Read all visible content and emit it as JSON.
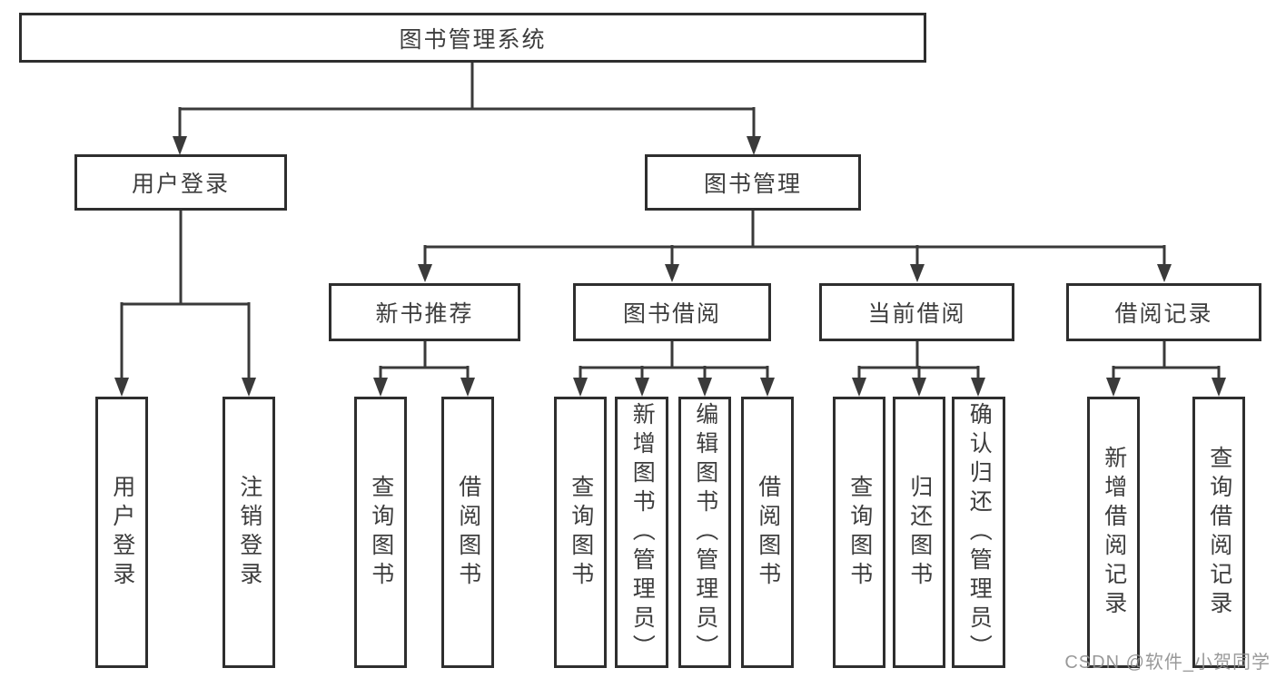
{
  "tree": {
    "root": {
      "label": "图书管理系统"
    },
    "branches": [
      {
        "label": "用户登录",
        "children": [
          {
            "label": "用户登录"
          },
          {
            "label": "注销登录"
          }
        ]
      },
      {
        "label": "图书管理",
        "groups": [
          {
            "label": "新书推荐",
            "children": [
              {
                "label": "查询图书"
              },
              {
                "label": "借阅图书"
              }
            ]
          },
          {
            "label": "图书借阅",
            "children": [
              {
                "label": "查询图书"
              },
              {
                "label": "新增图书（管理员）"
              },
              {
                "label": "编辑图书（管理员）"
              },
              {
                "label": "借阅图书"
              }
            ]
          },
          {
            "label": "当前借阅",
            "children": [
              {
                "label": "查询图书"
              },
              {
                "label": "归还图书"
              },
              {
                "label": "确认归还（管理员）"
              }
            ]
          },
          {
            "label": "借阅记录",
            "children": [
              {
                "label": "新增借阅记录"
              },
              {
                "label": "查询借阅记录"
              }
            ]
          }
        ]
      }
    ]
  },
  "watermark": "CSDN @软件_小贺同学",
  "colors": {
    "background": "#ffffff",
    "box_border": "#2e2e2e",
    "connector_line": "#3a3a3a",
    "text": "#3d3d3d",
    "watermark": "#8f8f8f"
  }
}
